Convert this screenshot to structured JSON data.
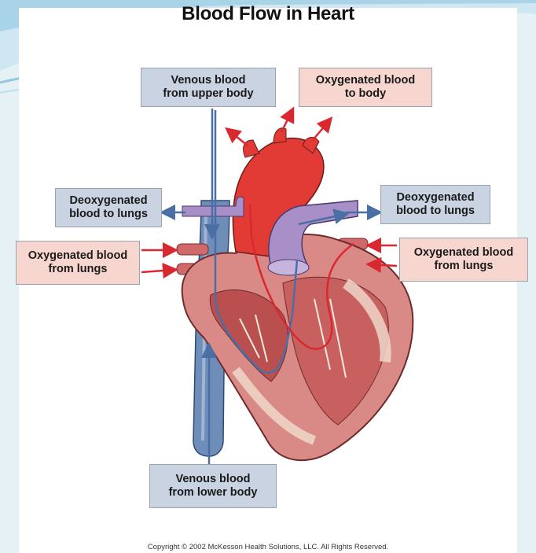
{
  "title": "Blood Flow in Heart",
  "labels": {
    "venous_upper": "Venous blood from upper body",
    "oxy_to_body": "Oxygenated blood to body",
    "deoxy_left": "Deoxygenated blood to lungs",
    "deoxy_right": "Deoxygenated blood to lungs",
    "oxy_from_lungs_left": "Oxygenated blood from lungs",
    "oxy_from_lungs_right": "Oxygenated blood from lungs",
    "venous_lower": "Venous blood from lower body"
  },
  "label_lines": {
    "venous_upper": [
      "Venous blood",
      "from upper body"
    ],
    "oxy_to_body": [
      "Oxygenated blood",
      "to body"
    ],
    "deoxy_left": [
      "Deoxygenated",
      "blood to lungs"
    ],
    "deoxy_right": [
      "Deoxygenated",
      "blood to lungs"
    ],
    "oxy_from_lungs_left": [
      "Oxygenated blood",
      "from lungs"
    ],
    "oxy_from_lungs_right": [
      "Oxygenated blood",
      "from lungs"
    ],
    "venous_lower": [
      "Venous blood",
      "from lower body"
    ]
  },
  "copyright": "Copyright © 2002 McKesson Health Solutions, LLC. All Rights Reserved.",
  "colors": {
    "deoxygenated": "#4a6fa5",
    "oxygenated": "#d9282f",
    "blue_label_bg": "#c9d3e1",
    "pink_label_bg": "#f7d6cf",
    "vessel_purple": "#a98fc7",
    "heart_muscle": "#d98a86"
  }
}
